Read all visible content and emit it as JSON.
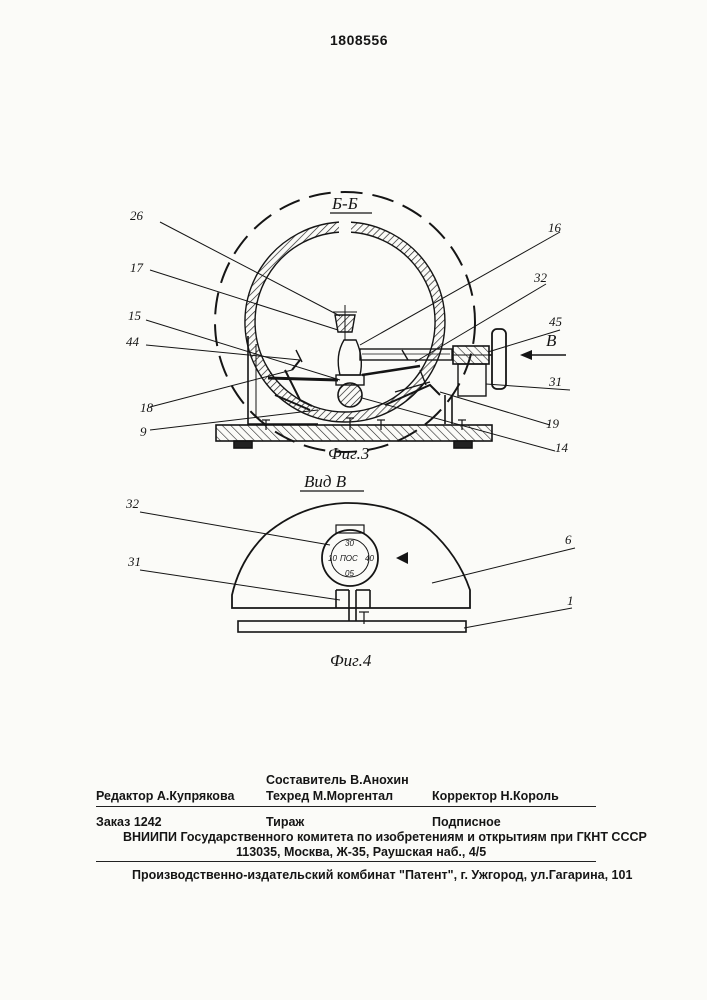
{
  "header": {
    "patent_number": "1808556"
  },
  "figure3": {
    "section_label": "Б-Б",
    "caption": "Фиг.3",
    "arrow_label": "В",
    "callouts": [
      "26",
      "17",
      "15",
      "44",
      "18",
      "9",
      "16",
      "32",
      "45",
      "31",
      "19",
      "14"
    ]
  },
  "figure4": {
    "view_label": "Вид В",
    "caption": "Фиг.4",
    "callouts": [
      "32",
      "31",
      "6",
      "1"
    ],
    "dial": {
      "center_text": "ПОС",
      "marks": [
        "10",
        "30",
        "40",
        "05"
      ]
    }
  },
  "imprint": {
    "editor": "Редактор А.Купрякова",
    "compiler": "Составитель В.Анохин",
    "techred": "Техред М.Моргентал",
    "corrector": "Корректор Н.Король",
    "order": "Заказ 1242",
    "circulation": "Тираж",
    "subscription": "Подписное",
    "vniipi": "ВНИИПИ Государственного комитета по изобретениям и открытиям при ГКНТ СССР",
    "address": "113035, Москва, Ж-35, Раушская наб., 4/5",
    "printer": "Производственно-издательский комбинат \"Патент\", г. Ужгород, ул.Гагарина, 101"
  }
}
